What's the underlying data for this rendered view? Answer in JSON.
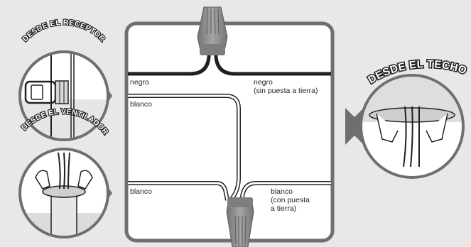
{
  "wires": {
    "left_top_black": "negro",
    "left_top_white": "blanco",
    "right_top_black": "negro\n(sin puesta a tierra)",
    "left_bottom_white": "blanco",
    "right_bottom_white": "blanco\n(con puesta\na tierra)"
  },
  "callouts": {
    "receiver": "DESDE EL RECEPTOR",
    "fan": "DESDE EL VENTILADOR",
    "ceiling": "DESDE EL TECHO"
  },
  "colors": {
    "background": "#e8e8e8",
    "panel_border": "#6f6f6f",
    "black_wire": "#231f20",
    "connector": "#8e8e90",
    "callout_text": "#ffffff"
  }
}
